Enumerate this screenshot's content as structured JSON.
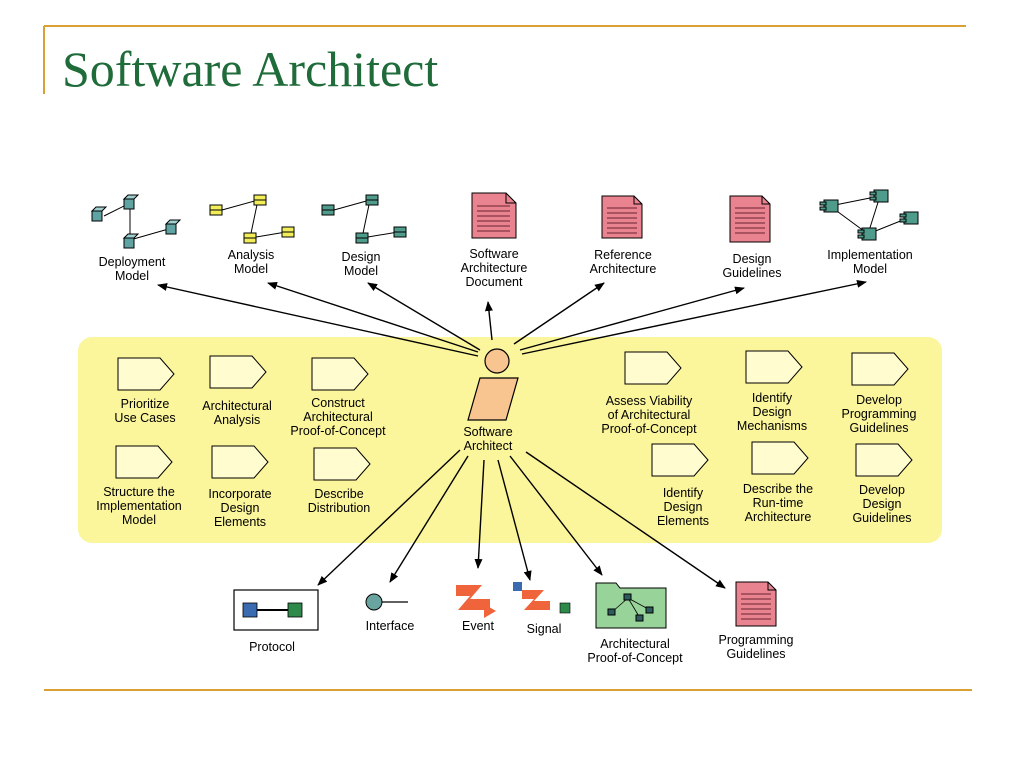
{
  "title": "Software Architect",
  "role": {
    "name": "Software Architect"
  },
  "artifacts_top": [
    {
      "label": [
        "Deployment",
        "Model"
      ],
      "icon": "deployment-model-icon"
    },
    {
      "label": [
        "Analysis",
        "Model"
      ],
      "icon": "analysis-model-icon"
    },
    {
      "label": [
        "Design",
        "Model"
      ],
      "icon": "design-model-icon"
    },
    {
      "label": [
        "Software",
        "Architecture",
        "Document"
      ],
      "icon": "document-icon"
    },
    {
      "label": [
        "Reference",
        "Architecture"
      ],
      "icon": "document-icon"
    },
    {
      "label": [
        "Design",
        "Guidelines"
      ],
      "icon": "document-icon"
    },
    {
      "label": [
        "Implementation",
        "Model"
      ],
      "icon": "implementation-model-icon"
    }
  ],
  "activities_left": [
    {
      "label": [
        "Prioritize",
        "Use Cases"
      ]
    },
    {
      "label": [
        "Architectural",
        "Analysis"
      ]
    },
    {
      "label": [
        "Construct",
        "Architectural",
        "Proof-of-Concept"
      ]
    },
    {
      "label": [
        "Structure the",
        "Implementation",
        "Model"
      ]
    },
    {
      "label": [
        "Incorporate",
        "Design",
        "Elements"
      ]
    },
    {
      "label": [
        "Describe",
        "Distribution"
      ]
    }
  ],
  "activities_right": [
    {
      "label": [
        "Assess Viability",
        "of Architectural",
        "Proof-of-Concept"
      ]
    },
    {
      "label": [
        "Identify",
        "Design",
        "Mechanisms"
      ]
    },
    {
      "label": [
        "Develop",
        "Programming",
        "Guidelines"
      ]
    },
    {
      "label": [
        "Identify",
        "Design",
        "Elements"
      ]
    },
    {
      "label": [
        "Describe the",
        "Run-time",
        "Architecture"
      ]
    },
    {
      "label": [
        "Develop",
        "Design",
        "Guidelines"
      ]
    }
  ],
  "artifacts_bottom": [
    {
      "label": [
        "Protocol"
      ],
      "icon": "protocol-icon"
    },
    {
      "label": [
        "Interface"
      ],
      "icon": "interface-icon"
    },
    {
      "label": [
        "Event"
      ],
      "icon": "event-icon"
    },
    {
      "label": [
        "Signal"
      ],
      "icon": "signal-icon"
    },
    {
      "label": [
        "Architectural",
        "Proof-of-Concept"
      ],
      "icon": "folder-icon"
    },
    {
      "label": [
        "Programming",
        "Guidelines"
      ],
      "icon": "document-icon"
    }
  ],
  "colors": {
    "title": "#1f6b3a",
    "accent_line": "#d9a035",
    "activity_band": "#fbf59b",
    "activity_shape": "#fffccf",
    "document": "#e8838f",
    "role": "#f8c48f"
  }
}
